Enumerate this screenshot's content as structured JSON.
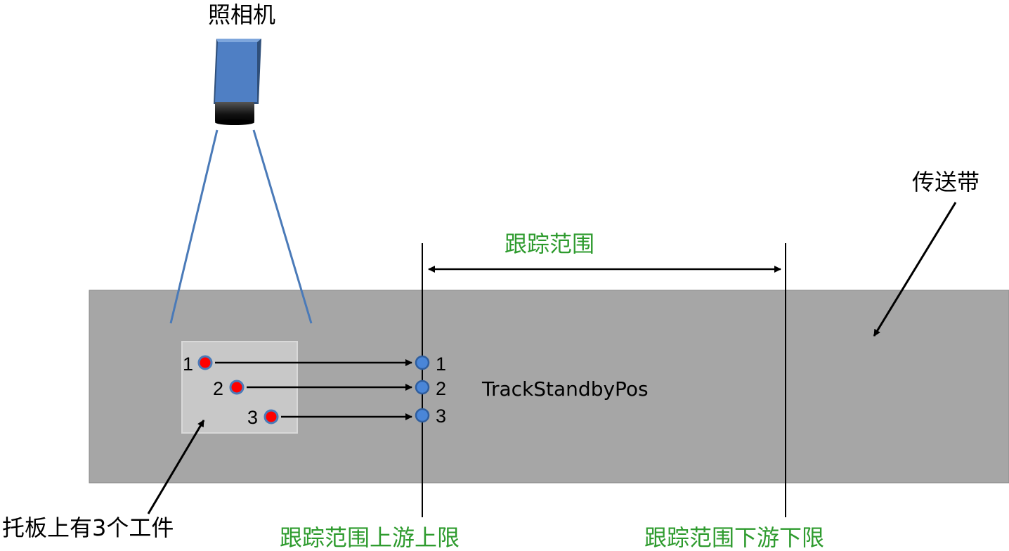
{
  "labels": {
    "camera": "照相机",
    "conveyor": "传送带",
    "tracking_range": "跟踪范围",
    "upstream_limit": "跟踪范围上游上限",
    "downstream_limit": "跟踪范围下游下限",
    "pallet": "托板上有3个工件",
    "standby_pos": "TrackStandbyPos"
  },
  "workpieces": [
    {
      "id": "1"
    },
    {
      "id": "2"
    },
    {
      "id": "3"
    }
  ],
  "standby_points": [
    {
      "id": "1"
    },
    {
      "id": "2"
    },
    {
      "id": "3"
    }
  ],
  "colors": {
    "conveyor": "#a6a6a6",
    "pallet": "#c8c8c8",
    "camera_body": "#4a7cc7",
    "camera_lens": "#1a1a1a",
    "camera_fov": "#4a7ab8",
    "workpiece": "#ff0000",
    "workpiece_ring": "#4a7ab8",
    "standby_point": "#4a86d8",
    "label_green": "#2e9b2e"
  }
}
